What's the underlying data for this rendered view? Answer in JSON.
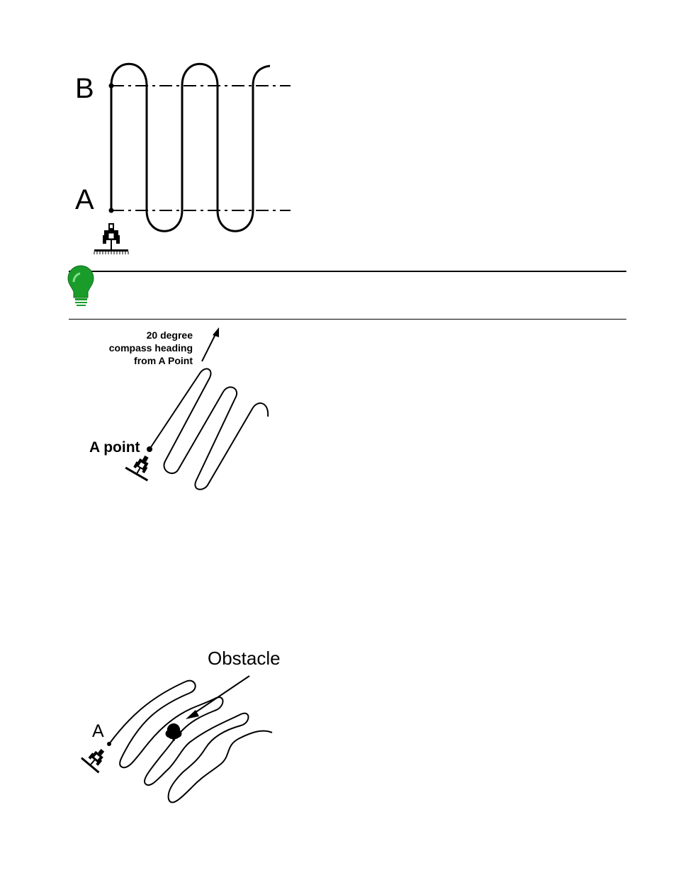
{
  "diagram1": {
    "label_b": "B",
    "label_a": "A"
  },
  "note": {
    "icon": "lightbulb-icon",
    "icon_color": "#1a9c2a",
    "text": ""
  },
  "diagram2": {
    "heading_line1": "20 degree",
    "heading_line2": "compass heading",
    "heading_line3": "from A Point",
    "a_point_label": "A point"
  },
  "diagram3": {
    "obstacle_label": "Obstacle",
    "a_label": "A"
  }
}
